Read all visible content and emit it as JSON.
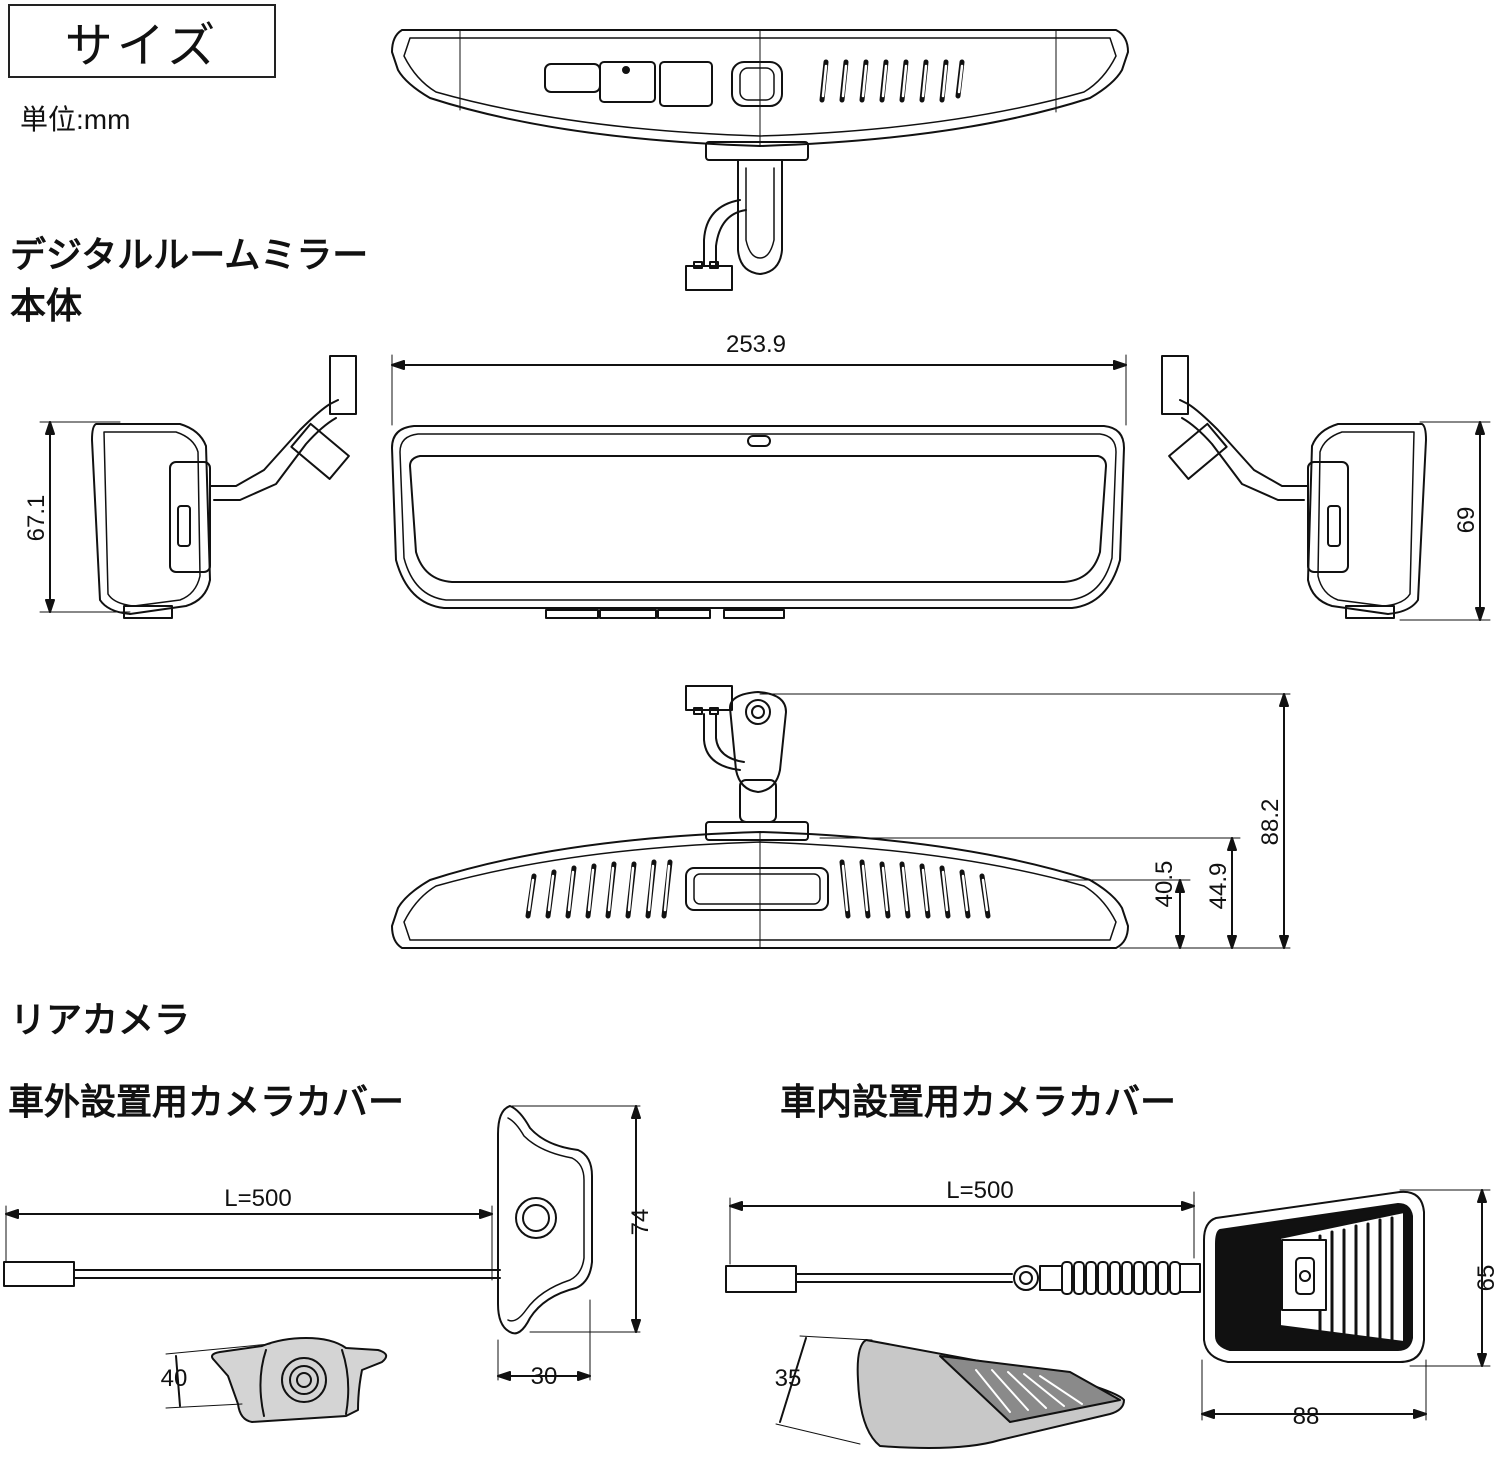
{
  "title": "サイズ",
  "unit_label": "単位:mm",
  "sections": {
    "mirror_heading_line1": "デジタルルームミラー",
    "mirror_heading_line2": "本体",
    "rear_camera_heading": "リアカメラ",
    "exterior_cover_heading": "車外設置用カメラカバー",
    "interior_cover_heading": "車内設置用カメラカバー"
  },
  "dimensions": {
    "mirror_width": "253.9",
    "mirror_height_left": "67.1",
    "mirror_height_right": "69",
    "mirror_depth_total": "88.2",
    "mirror_depth_body": "40.5",
    "mirror_depth_mount": "44.9",
    "exterior_cable_length": "L=500",
    "exterior_height": "74",
    "exterior_depth": "30",
    "exterior_width": "40",
    "interior_cable_length": "L=500",
    "interior_height": "65",
    "interior_width": "88",
    "interior_depth": "35"
  },
  "colors": {
    "line": "#111111",
    "fill_gray": "#d4d4d4",
    "fill_dark": "#9a9a9a"
  }
}
